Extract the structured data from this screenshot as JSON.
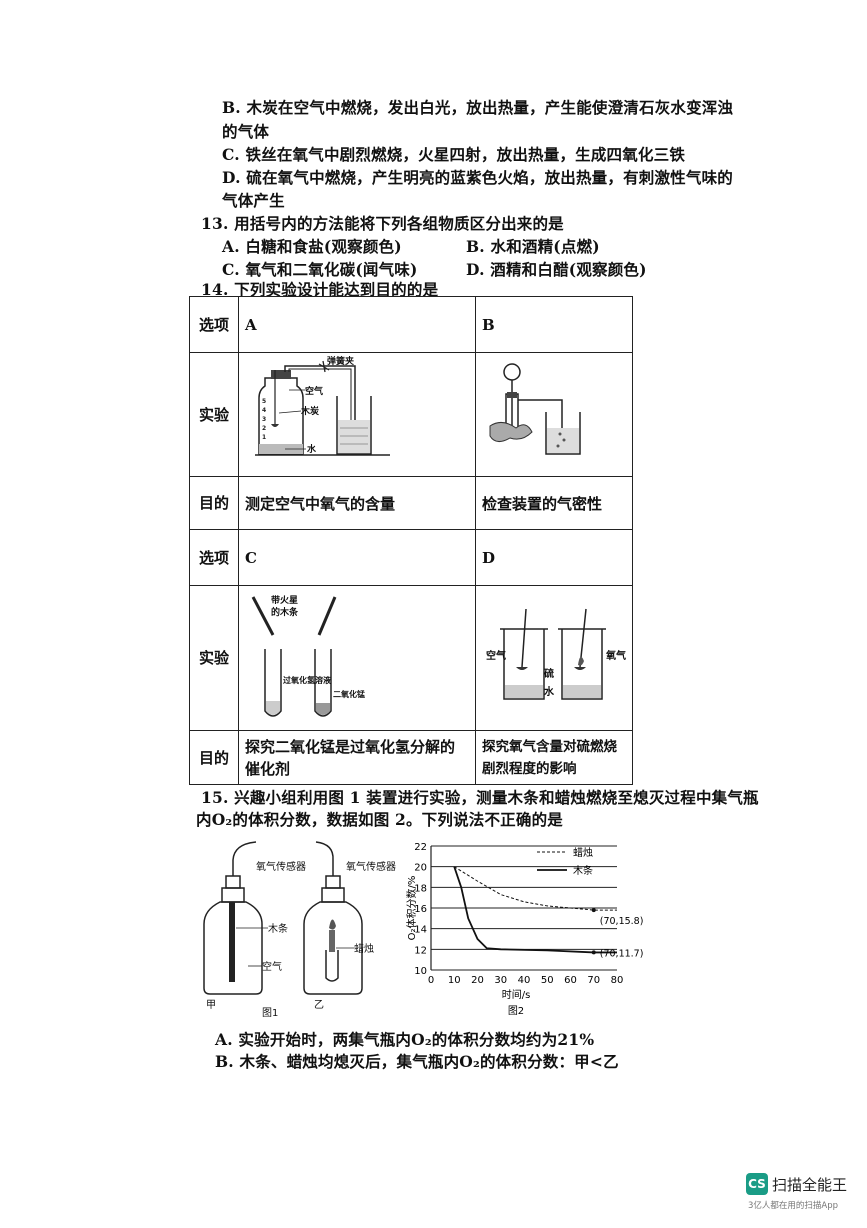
{
  "q12": {
    "b1": "B. 木炭在空气中燃烧，发出白光，放出热量，产生能使澄清石灰水变浑浊",
    "b2": "的气体",
    "c": "C. 铁丝在氧气中剧烈燃烧，火星四射，放出热量，生成四氧化三铁",
    "d1": "D. 硫在氧气中燃烧，产生明亮的蓝紫色火焰，放出热量，有刺激性气味的",
    "d2": "气体产生"
  },
  "q13": {
    "stem": "13. 用括号内的方法能将下列各组物质区分出来的是",
    "a": "A. 白糖和食盐(观察颜色)",
    "b": "B. 水和酒精(点燃)",
    "c": "C. 氧气和二氧化碳(闻气味)",
    "d": "D. 酒精和白醋(观察颜色)"
  },
  "q14": {
    "stem": "14. 下列实验设计能达到目的的是",
    "label_option": "选项",
    "label_experiment": "实验",
    "label_purpose": "目的",
    "opt_a": "A",
    "opt_b": "B",
    "opt_c": "C",
    "opt_d": "D",
    "purpose_a": "测定空气中氧气的含量",
    "purpose_b": "检查装置的气密性",
    "purpose_c": "探究二氧化锰是过氧化氢分解的催化剂",
    "purpose_d": "探究氧气含量对硫燃烧剧烈程度的影响",
    "fig_a": {
      "clamp": "弹簧夹",
      "air": "空气",
      "charcoal": "木炭",
      "water": "水",
      "marks": [
        "5",
        "4",
        "3",
        "2",
        "1"
      ]
    },
    "fig_c": {
      "stick1": "带火星",
      "stick2": "的木条",
      "h2o2": "过氧化氢溶液",
      "mno2": "二氧化锰"
    },
    "fig_d": {
      "air": "空气",
      "oxygen": "氧气",
      "sulfur": "硫",
      "water": "水"
    }
  },
  "q15": {
    "stem1": "15. 兴趣小组利用图 1 装置进行实验，测量木条和蜡烛燃烧至熄灭过程中集气瓶",
    "stem2": "内O₂的体积分数，数据如图 2。下列说法不正确的是",
    "fig1": {
      "sensor": "氧气传感器",
      "stick": "木条",
      "air": "空气",
      "candle": "蜡烛",
      "jia": "甲",
      "yi": "乙",
      "caption": "图1"
    },
    "a": "A. 实验开始时，两集气瓶内O₂的体积分数均约为21%",
    "b": "B. 木条、蜡烛均熄灭后，集气瓶内O₂的体积分数：甲<乙"
  },
  "chart_data": {
    "type": "line",
    "caption": "图2",
    "xlabel": "时间/s",
    "ylabel": "O₂体积分数/%",
    "xlim": [
      0,
      80
    ],
    "ylim": [
      10,
      22
    ],
    "xticks": [
      0,
      10,
      20,
      30,
      40,
      50,
      60,
      70,
      80
    ],
    "yticks": [
      10,
      12,
      14,
      16,
      18,
      20,
      22
    ],
    "grid": "horizontal",
    "legend_position": "top-right",
    "series": [
      {
        "name": "蜡烛",
        "style": "dashed",
        "x": [
          10,
          20,
          30,
          40,
          50,
          60,
          70,
          80
        ],
        "y": [
          20.0,
          18.6,
          17.3,
          16.6,
          16.2,
          16.0,
          15.8,
          15.8
        ]
      },
      {
        "name": "木条",
        "style": "solid",
        "x": [
          10,
          13,
          16,
          20,
          24,
          30,
          50,
          70,
          80
        ],
        "y": [
          20.0,
          18.0,
          15.0,
          13.0,
          12.1,
          12.0,
          11.9,
          11.7,
          11.7
        ]
      }
    ],
    "annotations": [
      {
        "text": "(70,15.8)",
        "x": 70,
        "y": 15.8
      },
      {
        "text": "(70,11.7)",
        "x": 70,
        "y": 11.7
      }
    ]
  },
  "watermark": {
    "logo": "CS",
    "name": "扫描全能王",
    "tagline": "3亿人都在用的扫描App"
  }
}
